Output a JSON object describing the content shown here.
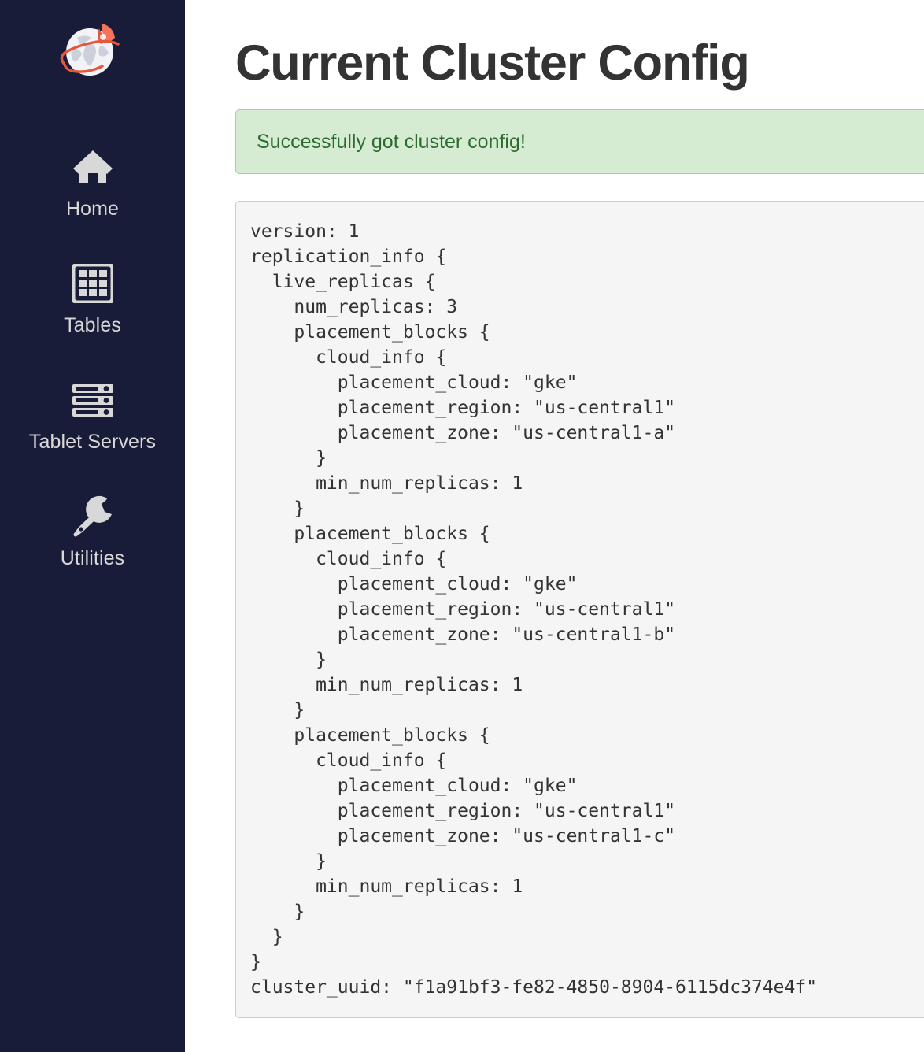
{
  "sidebar": {
    "logo_name": "yugabyte-rocket-globe-logo",
    "background_color": "#181c38",
    "items": [
      {
        "label": "Home",
        "icon": "home-icon"
      },
      {
        "label": "Tables",
        "icon": "table-grid-icon"
      },
      {
        "label": "Tablet Servers",
        "icon": "server-rack-icon"
      },
      {
        "label": "Utilities",
        "icon": "wrench-icon"
      }
    ]
  },
  "main": {
    "title": "Current Cluster Config",
    "alert": {
      "message": "Successfully got cluster config!",
      "type": "success",
      "background_color": "#d6ecd2",
      "border_color": "#a3d39c",
      "text_color": "#2c6b2f"
    },
    "config": {
      "text": "version: 1\nreplication_info {\n  live_replicas {\n    num_replicas: 3\n    placement_blocks {\n      cloud_info {\n        placement_cloud: \"gke\"\n        placement_region: \"us-central1\"\n        placement_zone: \"us-central1-a\"\n      }\n      min_num_replicas: 1\n    }\n    placement_blocks {\n      cloud_info {\n        placement_cloud: \"gke\"\n        placement_region: \"us-central1\"\n        placement_zone: \"us-central1-b\"\n      }\n      min_num_replicas: 1\n    }\n    placement_blocks {\n      cloud_info {\n        placement_cloud: \"gke\"\n        placement_region: \"us-central1\"\n        placement_zone: \"us-central1-c\"\n      }\n      min_num_replicas: 1\n    }\n  }\n}\ncluster_uuid: \"f1a91bf3-fe82-4850-8904-6115dc374e4f\"",
      "version": 1,
      "num_replicas": 3,
      "cluster_uuid": "f1a91bf3-fe82-4850-8904-6115dc374e4f",
      "placement_blocks": [
        {
          "placement_cloud": "gke",
          "placement_region": "us-central1",
          "placement_zone": "us-central1-a",
          "min_num_replicas": 1
        },
        {
          "placement_cloud": "gke",
          "placement_region": "us-central1",
          "placement_zone": "us-central1-b",
          "min_num_replicas": 1
        },
        {
          "placement_cloud": "gke",
          "placement_region": "us-central1",
          "placement_zone": "us-central1-c",
          "min_num_replicas": 1
        }
      ]
    }
  }
}
